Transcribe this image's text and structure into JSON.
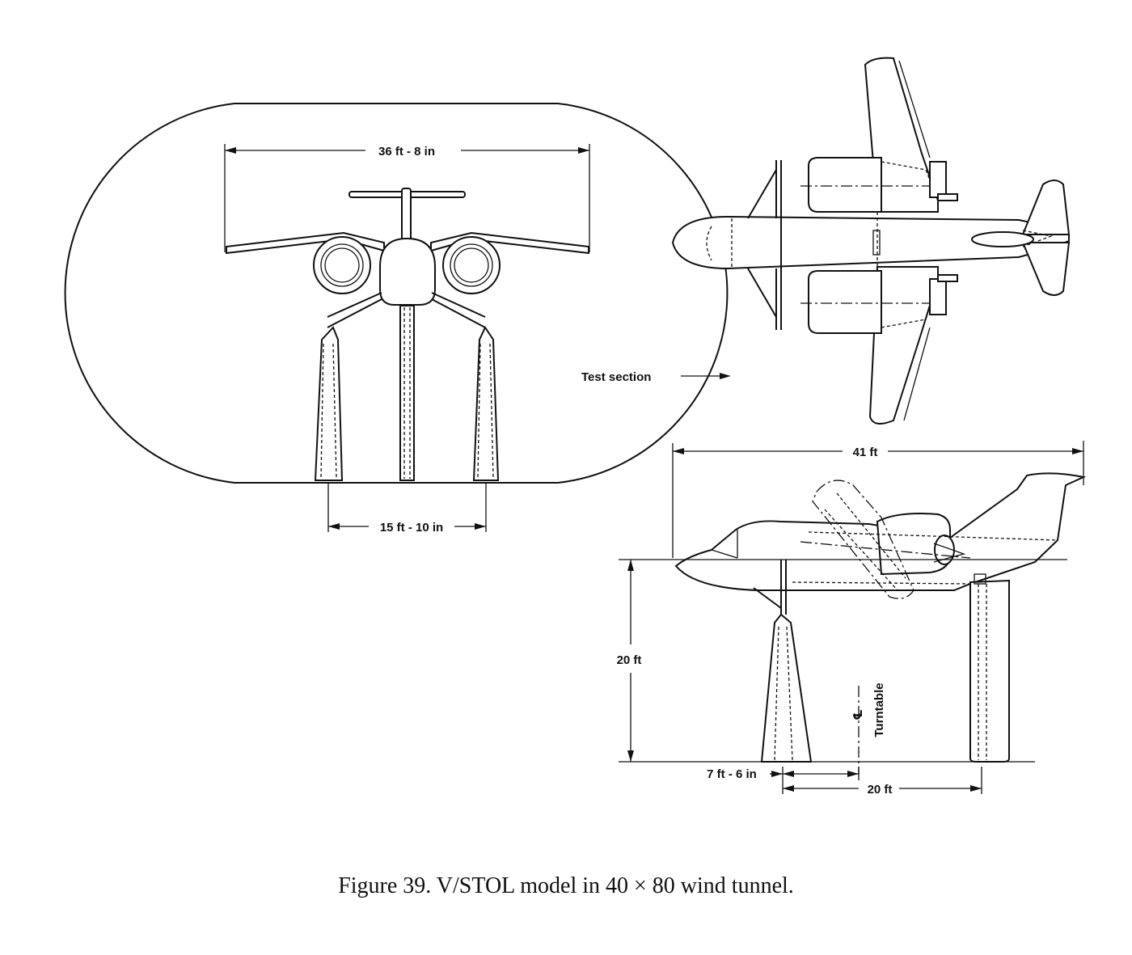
{
  "figure": {
    "caption": "Figure 39. V/STOL model in 40 × 80 wind tunnel."
  },
  "front_view": {
    "span_label": "36 ft - 8 in",
    "strut_spacing_label": "15 ft - 10 in",
    "test_section_label": "Test section"
  },
  "side_view": {
    "length_label": "41 ft",
    "height_label": "20 ft",
    "strut_offset_label": "7 ft - 6 in",
    "strut_distance_label": "20 ft",
    "centerline_symbol": "℄",
    "turntable_label": "Turntable"
  }
}
